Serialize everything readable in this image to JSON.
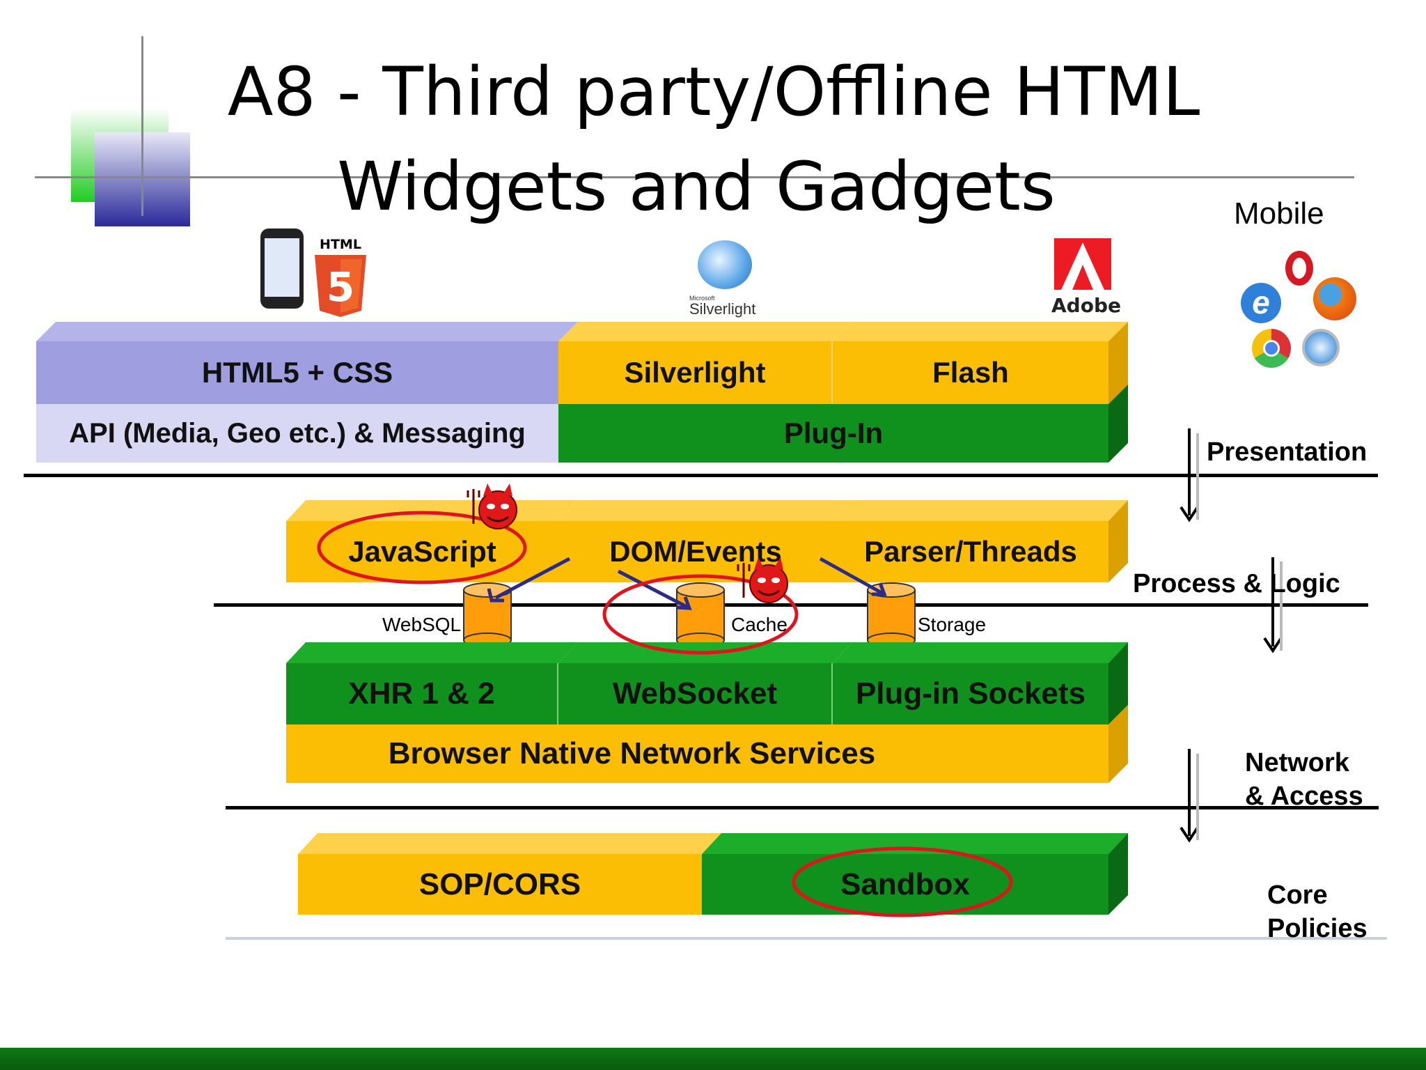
{
  "title": {
    "line1": "A8 - Third party/Offline HTML",
    "line2": "Widgets and Gadgets"
  },
  "logos": {
    "html5_text": "HTML",
    "silverlight_small": "Microsoft",
    "silverlight_text": "Silverlight",
    "adobe_text": "Adobe",
    "mobile": "Mobile"
  },
  "presentation": {
    "html5_css": "HTML5 + CSS",
    "silverlight": "Silverlight",
    "flash": "Flash",
    "api": "API (Media, Geo etc.) & Messaging",
    "plugin": "Plug-In"
  },
  "logic": {
    "javascript": "JavaScript",
    "dom_events": "DOM/Events",
    "parser_threads": "Parser/Threads"
  },
  "storage": {
    "websql": "WebSQL",
    "cache": "Cache",
    "storage": "Storage"
  },
  "network": {
    "xhr": "XHR 1 & 2",
    "websocket": "WebSocket",
    "plugin_sockets": "Plug-in Sockets",
    "native": "Browser Native  Network Services"
  },
  "core": {
    "sop_cors": "SOP/CORS",
    "sandbox": "Sandbox"
  },
  "layers": {
    "presentation": "Presentation",
    "process_logic": "Process & Logic",
    "network1": "Network",
    "network2": "& Access",
    "core1": "Core",
    "core2": "Policies"
  },
  "colors": {
    "yellow": "#fcbe04",
    "green": "#10901c",
    "purple": "#9e9ee0",
    "lavender": "#d8d8f4",
    "red_circle": "#e0141e",
    "footer": "#0d6b12"
  }
}
